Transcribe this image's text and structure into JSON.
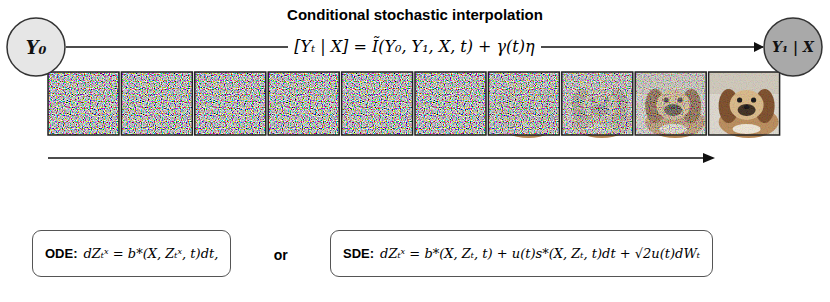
{
  "diagram": {
    "title": "Conditional stochastic interpolation",
    "nodes": [
      {
        "text": [
          "Y₀"
        ]
      },
      {
        "text": [
          "Y₁ | X"
        ]
      },
      {
        "text": [
          "ODE:",
          "dZₜˣ = b*(X, Zₜˣ, t)dt,"
        ]
      },
      {
        "text": [
          "SDE:",
          "dZₜˣ = b*(X, Zₜ, t) + u(t)s*(X, Zₜ, t)dt + √2u(t)dWₜ"
        ]
      }
    ],
    "edges": [
      {
        "from": 0,
        "to": 1,
        "arrow": "to",
        "label": "[Yₜ | X] = Ĩ(Y₀, Y₁, X, t) + γ(t)η"
      }
    ],
    "labels": [
      "or"
    ]
  }
}
